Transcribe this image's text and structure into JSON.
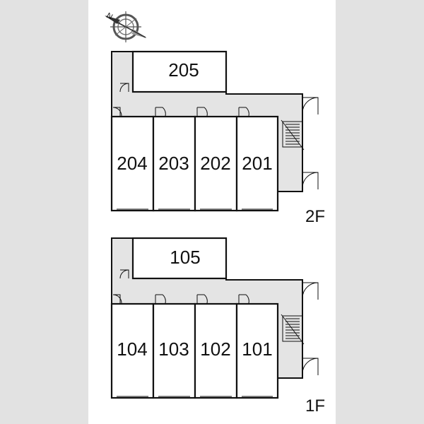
{
  "compass": {
    "icon": "compass-icon",
    "north_label": "N"
  },
  "floors": [
    {
      "floor_label": "2F",
      "units": [
        "205",
        "204",
        "203",
        "202",
        "201"
      ]
    },
    {
      "floor_label": "1F",
      "units": [
        "105",
        "104",
        "103",
        "102",
        "101"
      ]
    }
  ],
  "colors": {
    "background": "#ffffff",
    "side_band": "#e2e2e2",
    "corridor": "#e4e4e4",
    "line": "#111111"
  }
}
